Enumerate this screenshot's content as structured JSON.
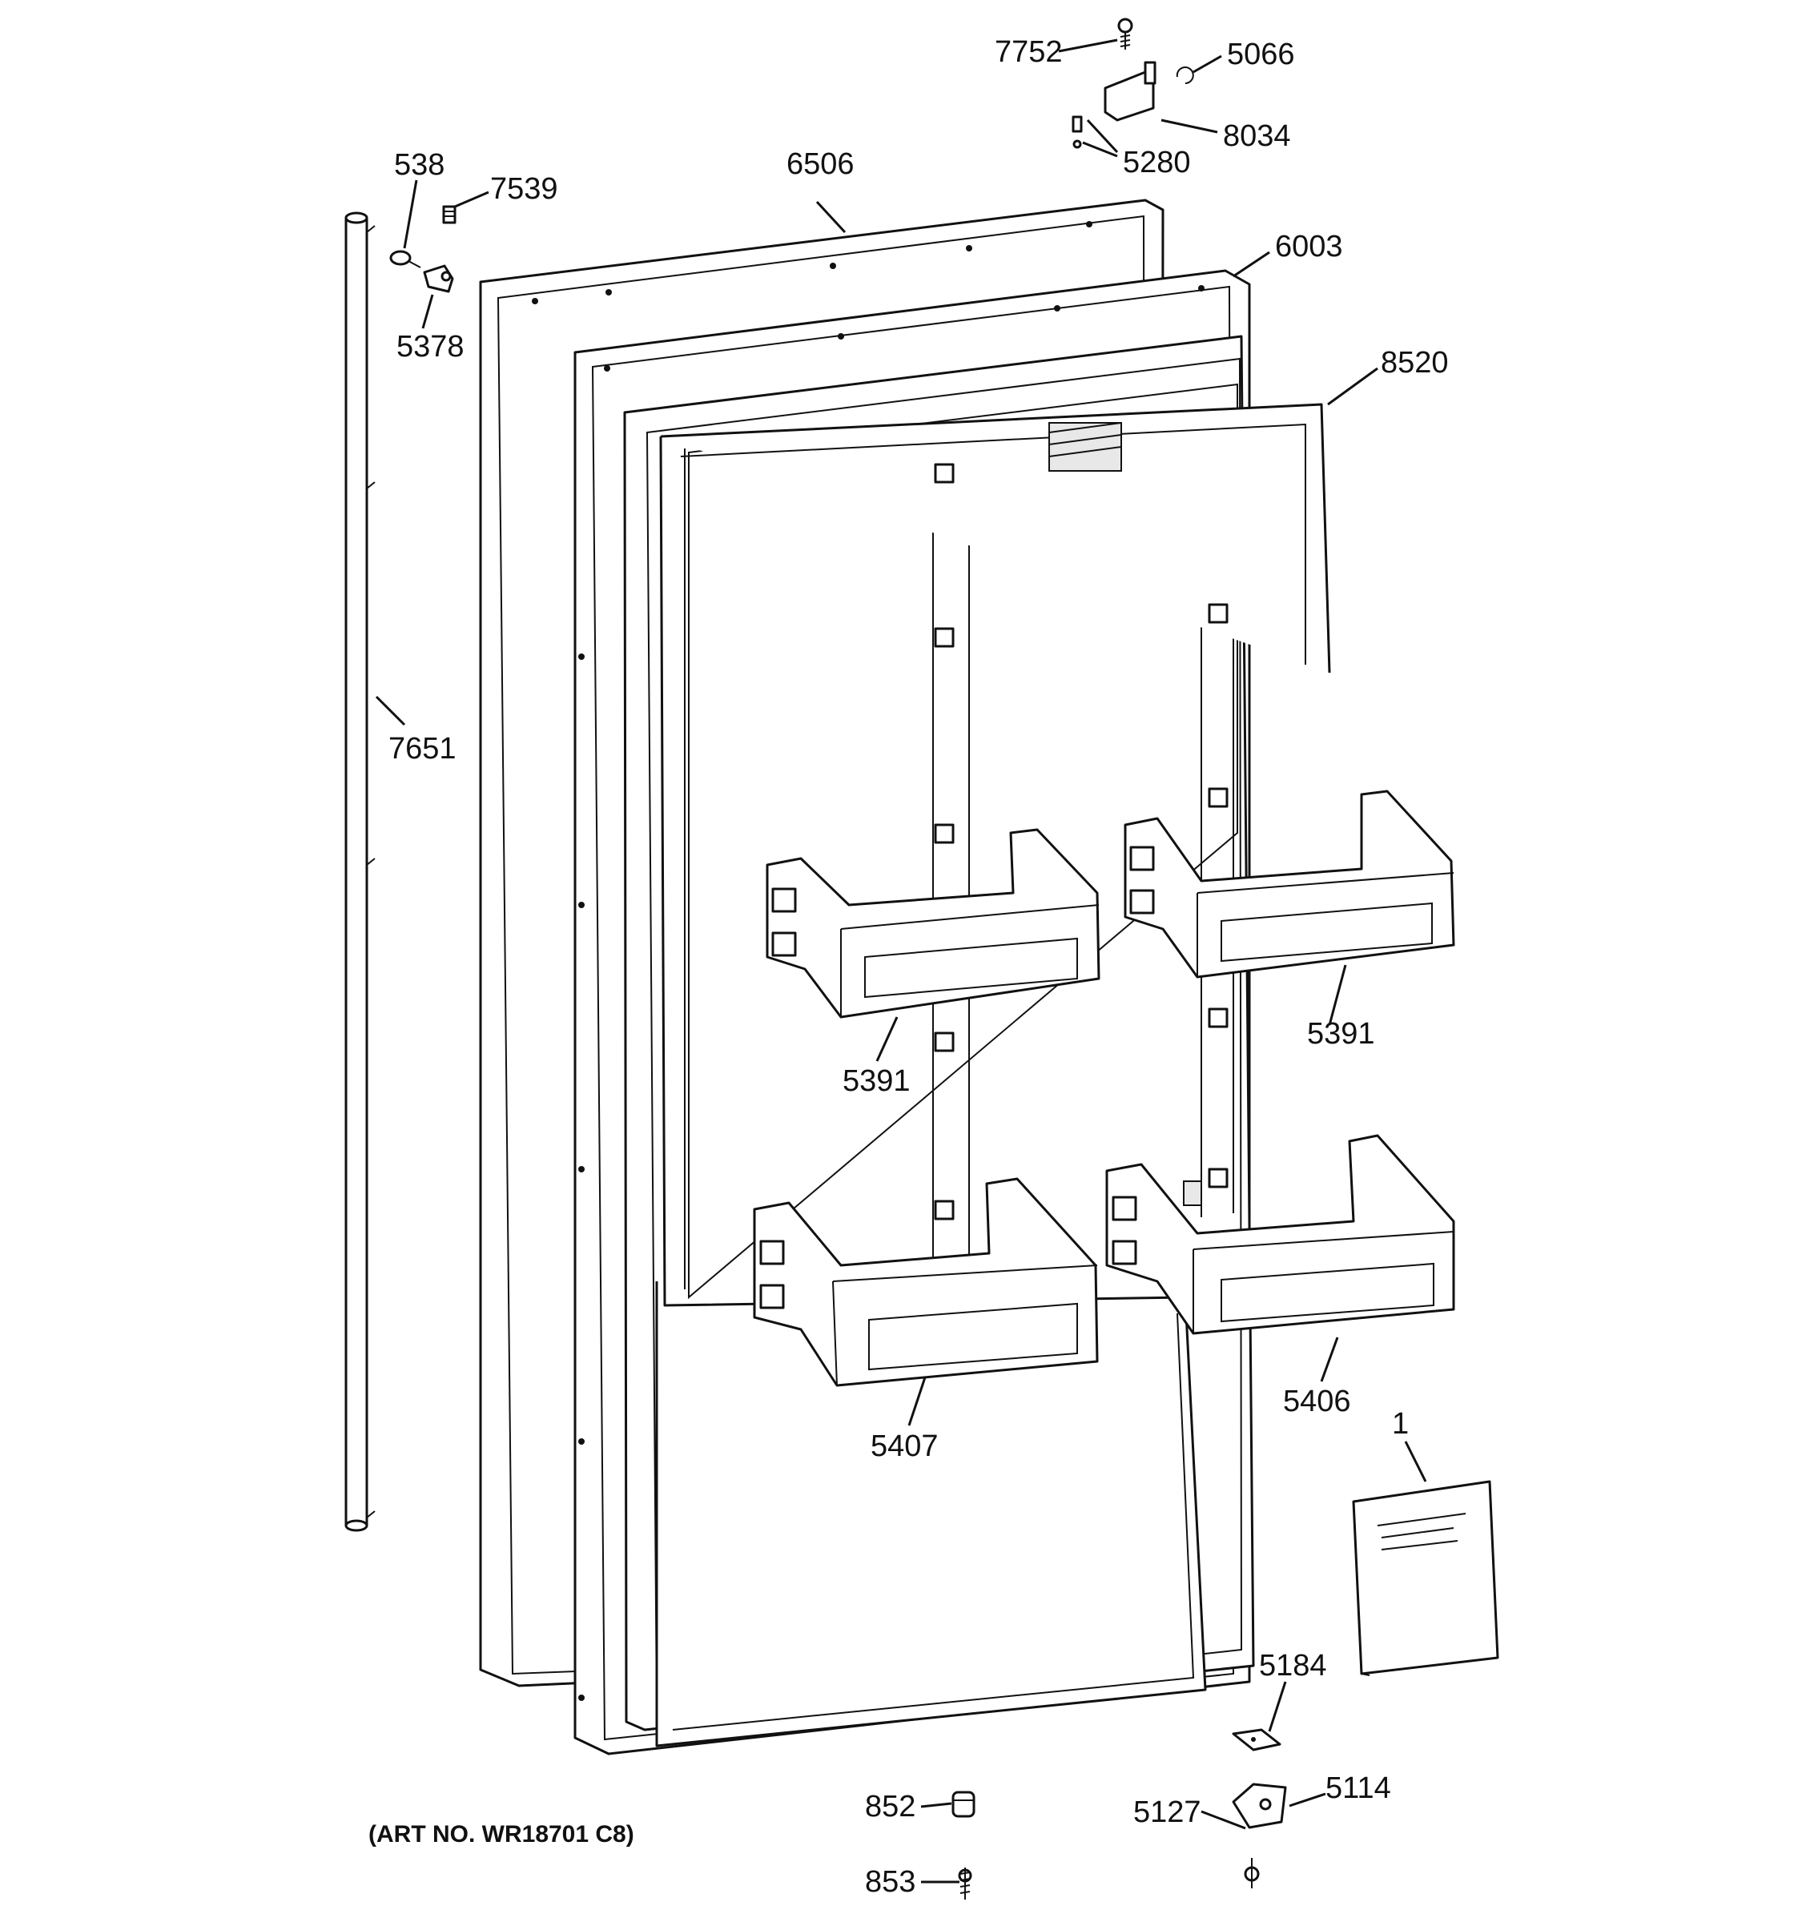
{
  "diagram": {
    "art_number": "(ART NO. WR18701 C8)",
    "callouts": {
      "c7752": "7752",
      "c5066": "5066",
      "c8034": "8034",
      "c5280": "5280",
      "c538": "538",
      "c7539": "7539",
      "c6506": "6506",
      "c6003": "6003",
      "c5378": "5378",
      "c8520": "8520",
      "c7651": "7651",
      "c5391_right": "5391",
      "c5391_left": "5391",
      "c5406": "5406",
      "c5407": "5407",
      "c1": "1",
      "c5184": "5184",
      "c5114": "5114",
      "c852": "852",
      "c5127": "5127",
      "c853": "853"
    }
  }
}
